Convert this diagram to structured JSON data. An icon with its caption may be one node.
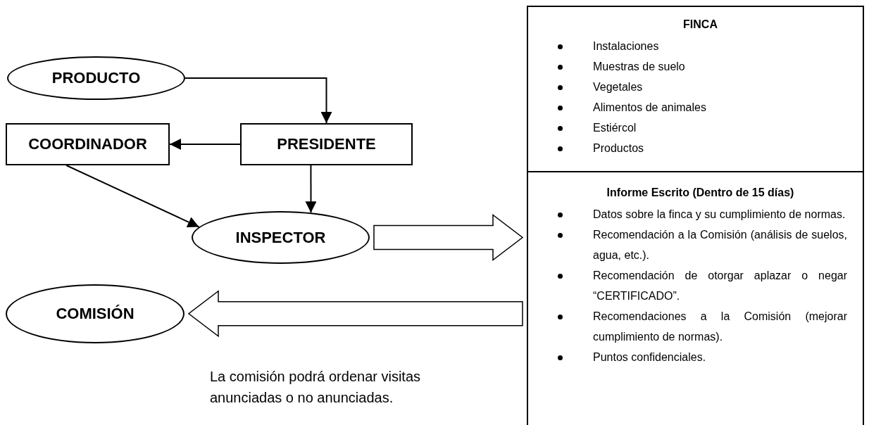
{
  "diagram": {
    "nodes": [
      {
        "text": [
          "PRODUCTO"
        ]
      },
      {
        "text": [
          "COORDINADOR"
        ]
      },
      {
        "text": [
          "PRESIDENTE"
        ]
      },
      {
        "text": [
          "INSPECTOR"
        ]
      },
      {
        "text": [
          "COMISIÓN"
        ]
      },
      {
        "text": [
          "FINCA",
          "Instalaciones",
          "Muestras de suelo",
          "Vegetales",
          "Alimentos de animales",
          "Estiércol",
          "Productos"
        ]
      },
      {
        "text": [
          "Informe Escrito (Dentro de 15 días)",
          "Datos sobre la finca y su cumplimiento de normas.",
          "Recomendación a la Comisión (análisis de suelos, agua, etc.).",
          "Recomendación de otorgar aplazar o negar “CERTIFICADO”.",
          "Recomendaciones a la Comisión (mejorar cumplimiento de normas).",
          "Puntos confidenciales."
        ]
      }
    ],
    "edges": [
      {
        "from": 0,
        "to": 2,
        "arrow": "to"
      },
      {
        "from": 2,
        "to": 1,
        "arrow": "to"
      },
      {
        "from": 1,
        "to": 3,
        "arrow": "to"
      },
      {
        "from": 2,
        "to": 3,
        "arrow": "to"
      },
      {
        "from": 3,
        "to": 6,
        "arrow": "to",
        "style": "thick"
      },
      {
        "from": 6,
        "to": 4,
        "arrow": "to",
        "style": "thick"
      }
    ],
    "labels": [
      "La comisión podrá ordenar visitas anunciadas o no anunciadas."
    ]
  }
}
